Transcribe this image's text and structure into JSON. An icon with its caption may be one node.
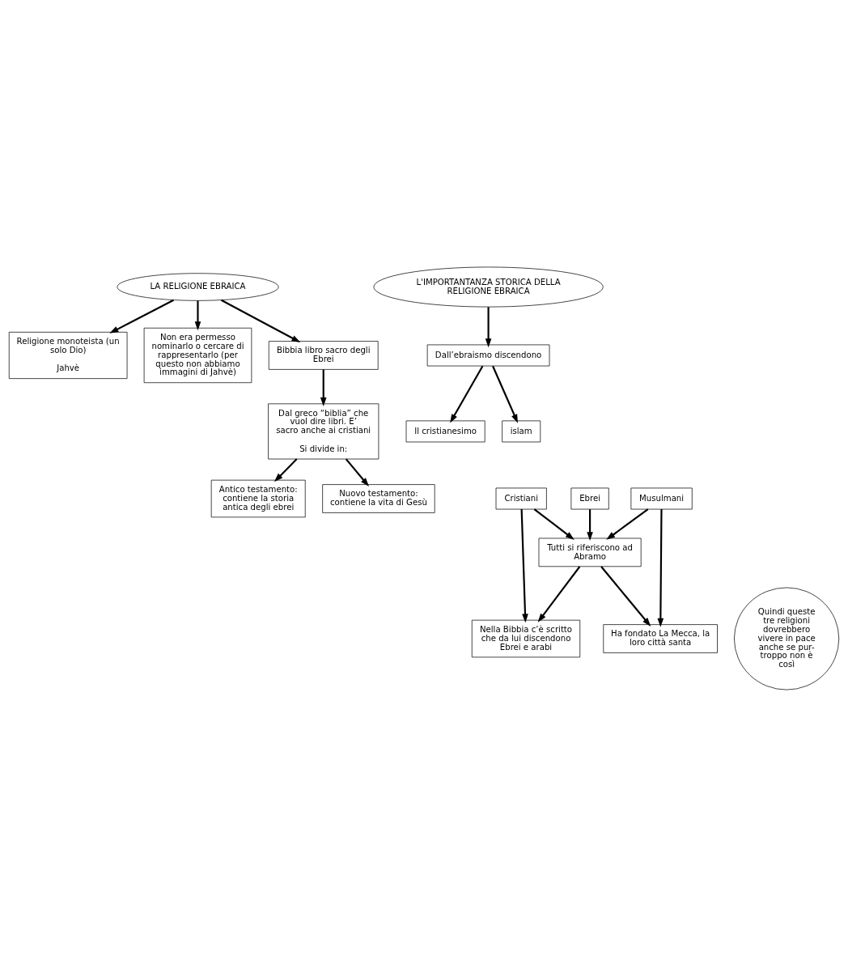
{
  "diagram": {
    "nodes": [
      {
        "text": [
          "LA RELIGIONE EBRAICA"
        ]
      },
      {
        "text": [
          "Religione monoteista (un solo Dio)",
          "Jahvè"
        ]
      },
      {
        "text": [
          "Non era permesso nominarlo o cercare di rappresentarlo (per questo non abbiamo immagini di Jahvè)"
        ]
      },
      {
        "text": [
          "Bibbia libro sacro degli Ebrei"
        ]
      },
      {
        "text": [
          "Dal greco “biblia” che vuol dire libri. E’ sacro anche ai cristiani",
          "Si divide in:"
        ]
      },
      {
        "text": [
          "Antico testamento: contiene la storia antica degli ebrei"
        ]
      },
      {
        "text": [
          "Nuovo testamento: contiene la vita di Gesù"
        ]
      },
      {
        "text": [
          "L'IMPORTANTANZA STORICA DELLA RELIGIONE EBRAICA"
        ]
      },
      {
        "text": [
          "Dall’ebraismo discendono"
        ]
      },
      {
        "text": [
          "Il cristianesimo"
        ]
      },
      {
        "text": [
          "islam"
        ]
      },
      {
        "text": [
          "Cristiani"
        ]
      },
      {
        "text": [
          "Ebrei"
        ]
      },
      {
        "text": [
          "Musulmani"
        ]
      },
      {
        "text": [
          "Tutti si riferiscono ad Abramo"
        ]
      },
      {
        "text": [
          "Nella Bibbia c’è scritto che da lui discendono Ebrei e arabi"
        ]
      },
      {
        "text": [
          "Ha fondato La Mecca, la loro città santa"
        ]
      },
      {
        "text": [
          "Quindi queste tre religioni dovrebbero vivere in pace anche se pur-troppo non è così"
        ]
      }
    ],
    "edges": [
      {
        "from": 0,
        "to": 1,
        "arrow": "to"
      },
      {
        "from": 0,
        "to": 2,
        "arrow": "to"
      },
      {
        "from": 0,
        "to": 3,
        "arrow": "to"
      },
      {
        "from": 3,
        "to": 4,
        "arrow": "to"
      },
      {
        "from": 4,
        "to": 5,
        "arrow": "to"
      },
      {
        "from": 4,
        "to": 6,
        "arrow": "to"
      },
      {
        "from": 7,
        "to": 8,
        "arrow": "to"
      },
      {
        "from": 8,
        "to": 9,
        "arrow": "to"
      },
      {
        "from": 8,
        "to": 10,
        "arrow": "to"
      },
      {
        "from": 11,
        "to": 15,
        "arrow": "to"
      },
      {
        "from": 11,
        "to": 14,
        "arrow": "to"
      },
      {
        "from": 12,
        "to": 14,
        "arrow": "to"
      },
      {
        "from": 13,
        "to": 14,
        "arrow": "to"
      },
      {
        "from": 13,
        "to": 16,
        "arrow": "to"
      },
      {
        "from": 14,
        "to": 15,
        "arrow": "to"
      },
      {
        "from": 14,
        "to": 16,
        "arrow": "to"
      }
    ]
  }
}
